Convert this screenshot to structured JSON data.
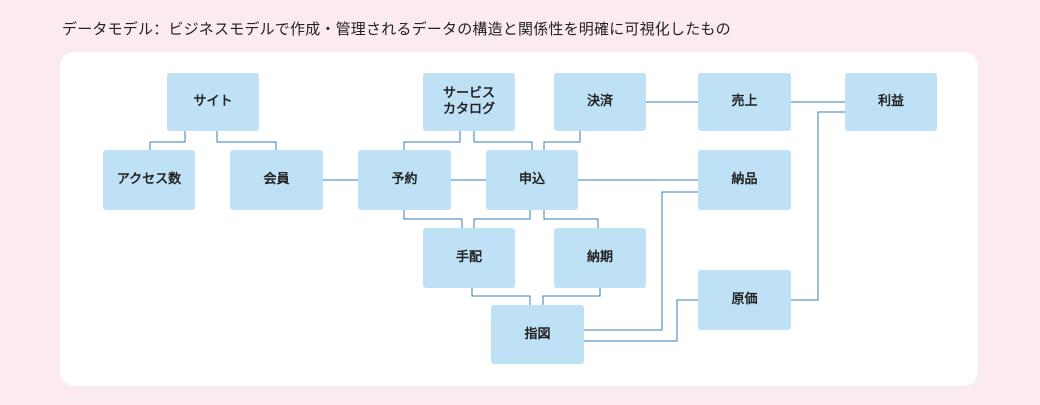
{
  "caption": "データモデル：ビジネスモデルで作成・管理されるデータの構造と関係性を明確に可視化したもの",
  "colors": {
    "background": "#fbeaf0",
    "panel": "#ffffff",
    "node": "#bfe1f6",
    "line": "#3a7dbd"
  },
  "nodes": {
    "site": "サイト",
    "access": "アクセス数",
    "member": "会員",
    "catalog": "サービス\nカタログ",
    "booking": "予約",
    "application": "申込",
    "settlement": "決済",
    "sales": "売上",
    "profit": "利益",
    "delivery": "納品",
    "arrangement": "手配",
    "deadline": "納期",
    "instruction": "指図",
    "cost": "原価"
  }
}
